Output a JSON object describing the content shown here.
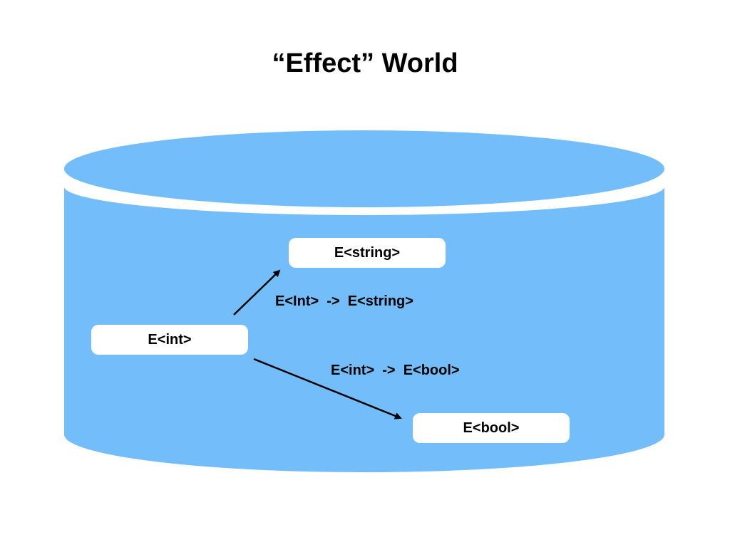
{
  "title": "“Effect” World",
  "colors": {
    "world_fill": "#73befa",
    "node_fill": "#ffffff",
    "text": "#000000",
    "arrow": "#000000"
  },
  "nodes": {
    "int": "E<int>",
    "string": "E<string>",
    "bool": "E<bool>"
  },
  "edges": {
    "int_to_string": "E<Int>  ->  E<string>",
    "int_to_bool": "E<int>  ->  E<bool>"
  }
}
